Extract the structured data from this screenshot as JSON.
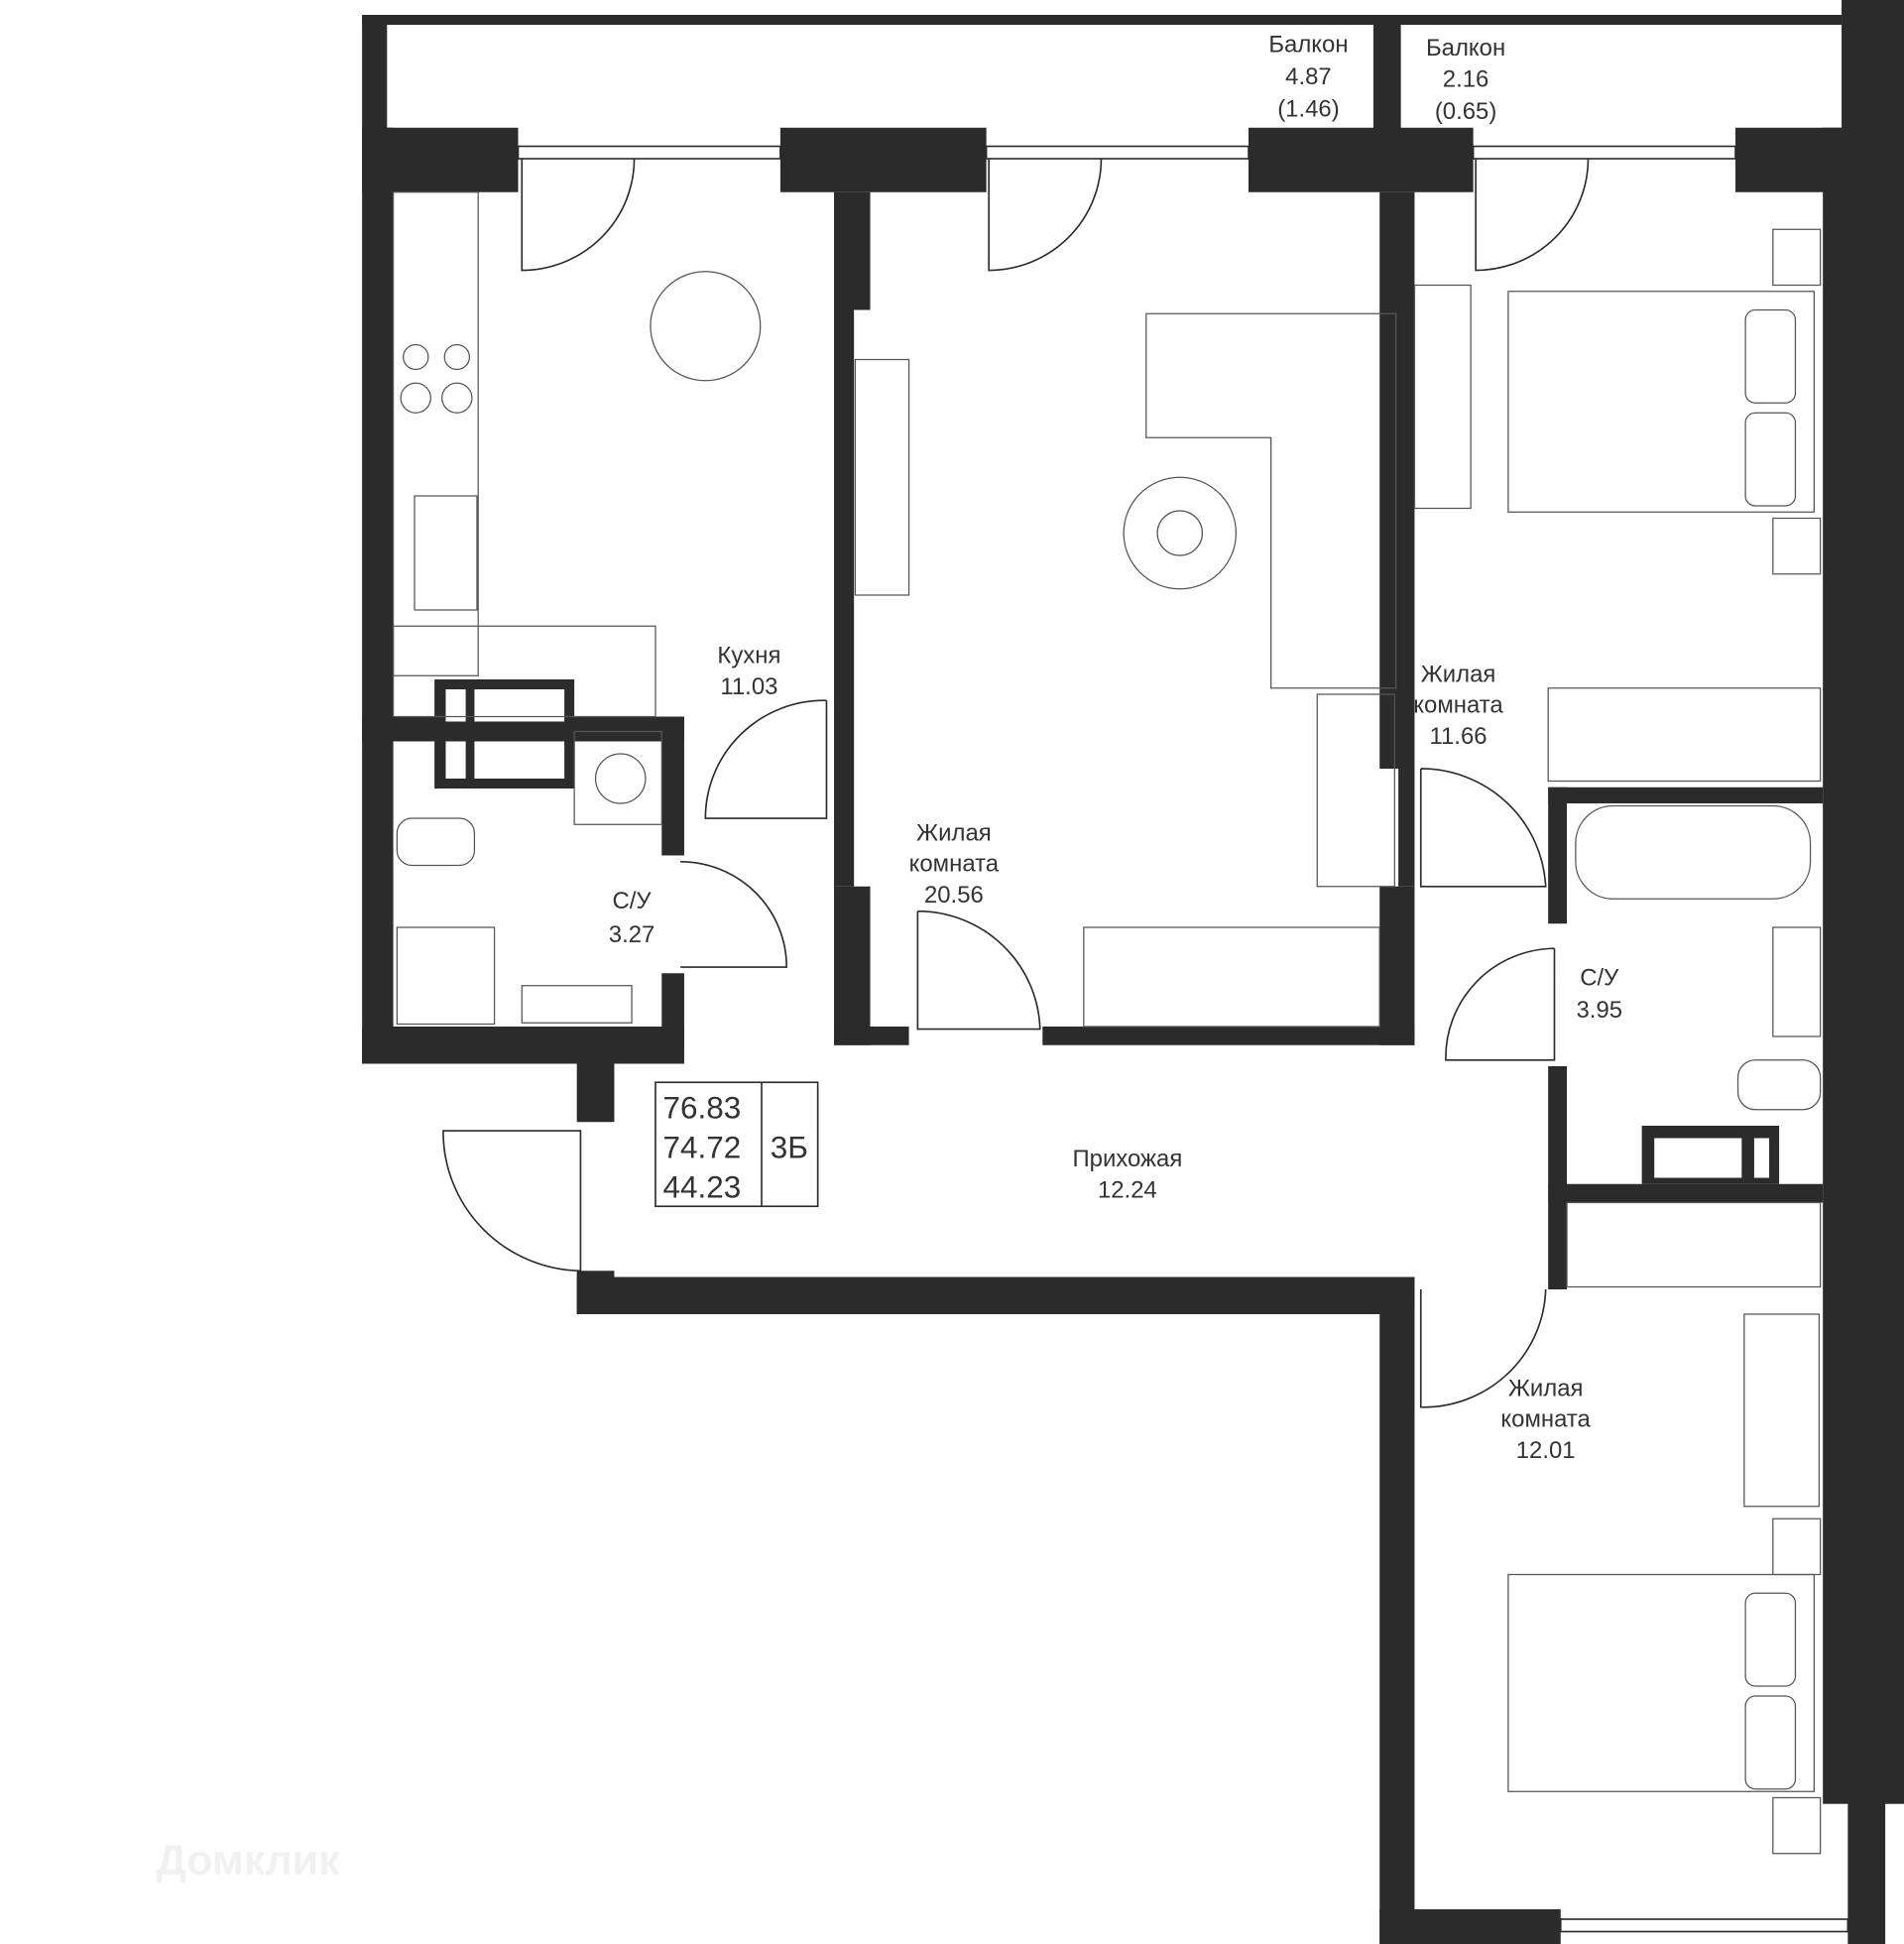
{
  "rooms": {
    "balcony1": {
      "name": "Балкон",
      "area": "4.87",
      "reduced": "(1.46)"
    },
    "balcony2": {
      "name": "Балкон",
      "area": "2.16",
      "reduced": "(0.65)"
    },
    "kitchen": {
      "name": "Кухня",
      "area": "11.03"
    },
    "bath1": {
      "name": "С/У",
      "area": "3.27"
    },
    "living1": {
      "name1": "Жилая",
      "name2": "комната",
      "area": "20.56"
    },
    "living2": {
      "name1": "Жилая",
      "name2": "комната",
      "area": "11.66"
    },
    "bath2": {
      "name": "С/У",
      "area": "3.95"
    },
    "hall": {
      "name": "Прихожая",
      "area": "12.24"
    },
    "living3": {
      "name1": "Жилая",
      "name2": "комната",
      "area": "12.01"
    }
  },
  "summary": {
    "total": "76.83",
    "without_balcony": "74.72",
    "living": "44.23",
    "type": "3Б"
  },
  "watermark": "Домклик",
  "colors": {
    "wall": "#2b2b2b"
  }
}
